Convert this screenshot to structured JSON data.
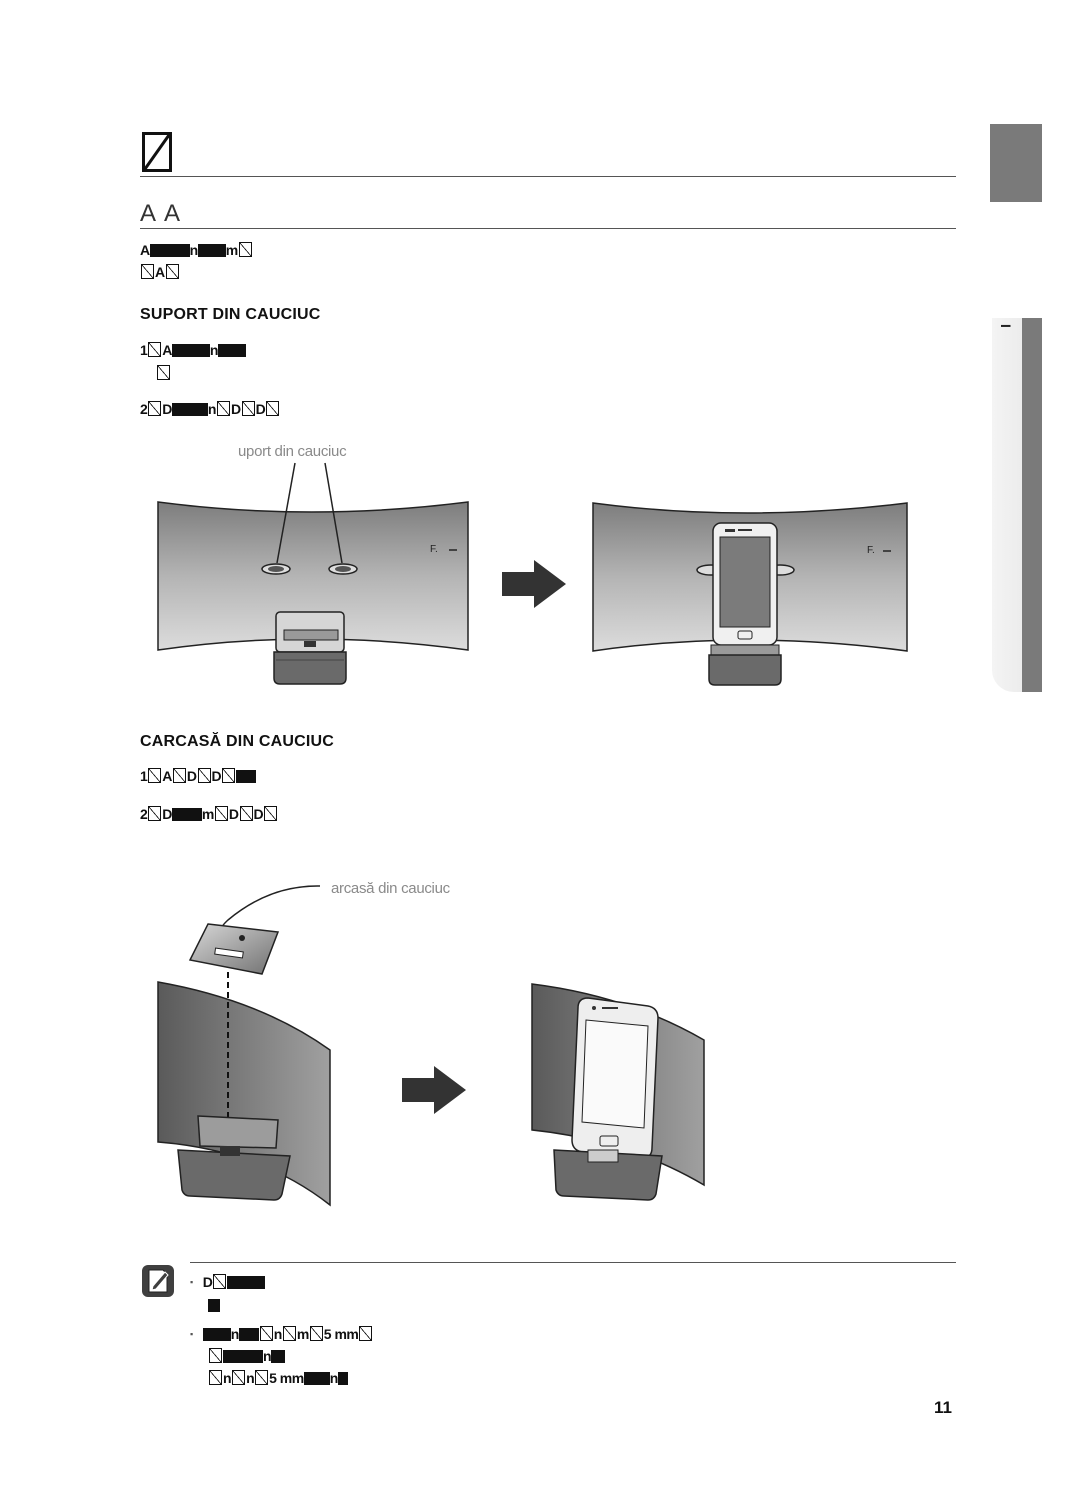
{
  "header": {
    "chapter_mark": "☒",
    "section_title": "A A"
  },
  "intro": {
    "line1_start": "A",
    "line1_mid": "n",
    "line1_mid2": "m",
    "line2": "A"
  },
  "rubber_stand": {
    "heading": "SUPORT DIN CAUCIUC",
    "step1_num": "1",
    "step1_text": "A",
    "step1_mid": "n",
    "step2_num": "2",
    "step2_text": "D",
    "step2_mid": "n",
    "callout": "uport din cauciuc",
    "speaker_mark": "F.",
    "speaker_dash": "–"
  },
  "rubber_case": {
    "heading": "CARCASĂ DIN CAUCIUC",
    "step1_num": "1",
    "step1_text": "A",
    "step1_mid": "D",
    "step2_num": "2",
    "step2_text": "D",
    "step2_mid": "m",
    "callout": "arcasă din cauciuc"
  },
  "notes": {
    "bullet": "▪",
    "note1_start": "D",
    "note2_start": "n",
    "note2_mm": "5 mm",
    "note3_mm": "5 mm"
  },
  "side_tab": {
    "label": "I"
  },
  "footer": {
    "page_number": "11"
  }
}
